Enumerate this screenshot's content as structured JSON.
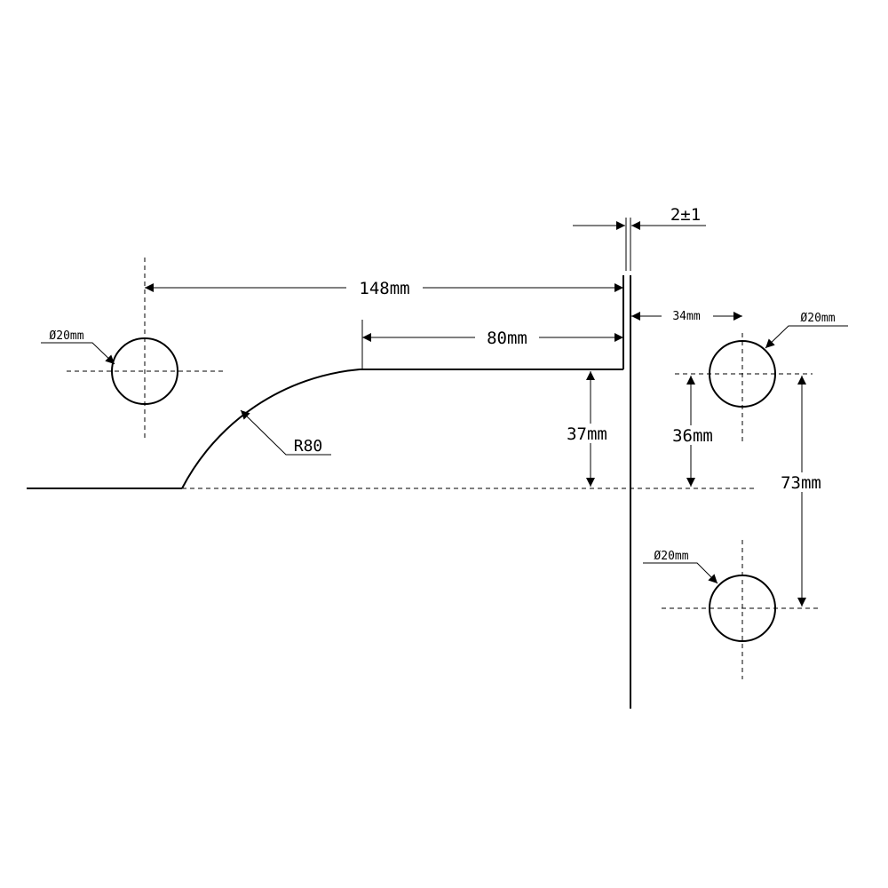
{
  "dimensions": {
    "total_length": "148mm",
    "flat_length": "80mm",
    "gap": "2±1",
    "step_height": "37mm",
    "edge_offset": "34mm",
    "hole_offset_height": "36mm",
    "hole_spacing": "73mm",
    "fillet_radius": "R80",
    "hole_left": "Ø20mm",
    "hole_right_top": "Ø20mm",
    "hole_right_bottom": "Ø20mm"
  },
  "colors": {
    "line": "#000000",
    "background": "#ffffff"
  }
}
